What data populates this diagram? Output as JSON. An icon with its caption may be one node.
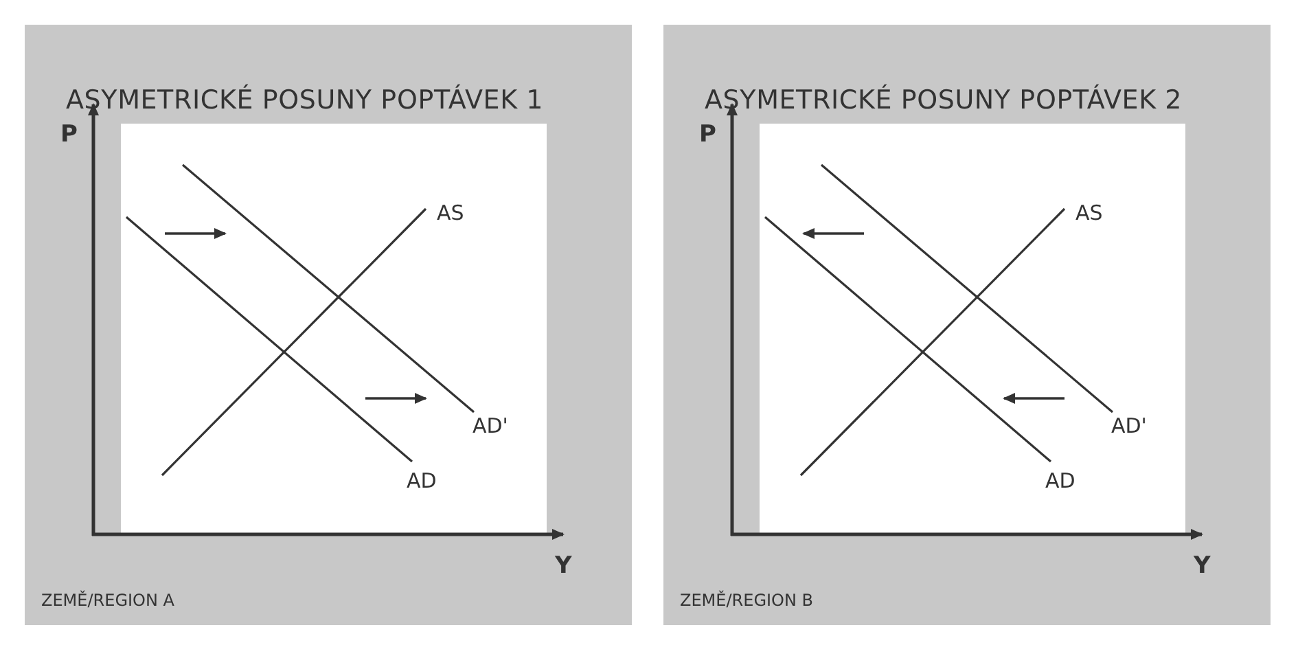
{
  "diagram": {
    "nodes": [
      {
        "text": [
          "ASYMETRICKÉ POSUNY POPTÁVEK 1",
          "ZEMĚ/REGION A"
        ]
      },
      {
        "text": [
          "ASYMETRICKÉ POSUNY POPTÁVEK 2",
          "ZEMĚ/REGION B"
        ]
      }
    ],
    "labels": [
      "P",
      "AS",
      "AD'",
      "AD",
      "Y",
      "P",
      "AS",
      "AD'",
      "AD",
      "Y"
    ]
  }
}
